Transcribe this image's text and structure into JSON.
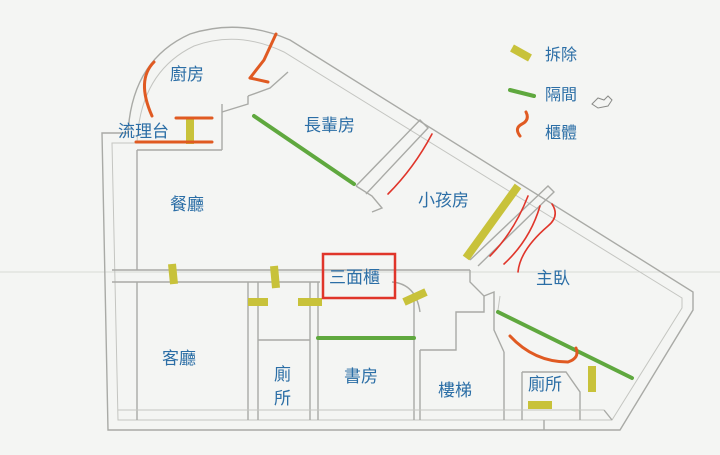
{
  "legend": {
    "demolish_label": "拆除",
    "partition_label": "隔間",
    "cabinet_label": "櫃體"
  },
  "rooms": {
    "kitchen": "廚房",
    "counter": "流理台",
    "elder_room": "長輩房",
    "dining": "餐廳",
    "kids_room": "小孩房",
    "master": "主臥",
    "three_side_cabinet": "三面櫃",
    "living": "客廳",
    "toilet_left_1": "廁",
    "toilet_left_2": "所",
    "study": "書房",
    "stairs": "樓梯",
    "toilet_right": "廁所"
  },
  "colors": {
    "demolish": "#c8c23a",
    "partition": "#5fa83e",
    "cabinet": "#e05a22",
    "highlight_box": "#e0352a",
    "label_text": "#2b6ea6"
  }
}
